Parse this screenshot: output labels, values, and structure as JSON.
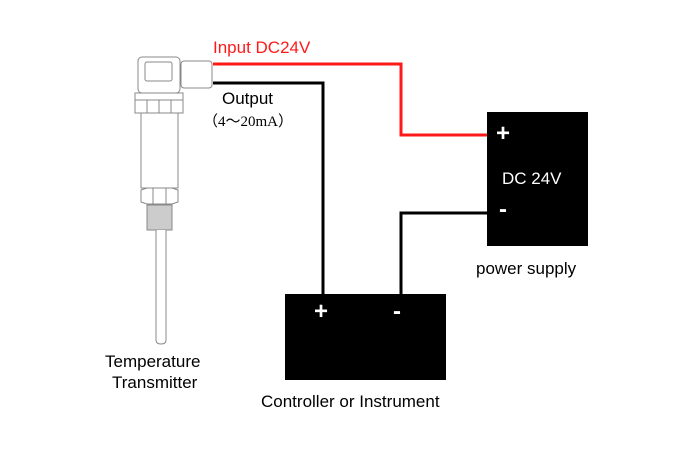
{
  "diagram": {
    "wire_colors": {
      "input": "#ff1a1a",
      "output": "#000000"
    },
    "labels": {
      "input": "Input DC24V",
      "output": "Output",
      "output_range": "（4～20mA）",
      "transmitter_line1": "Temperature",
      "transmitter_line2": "Transmitter",
      "power_supply": "power supply",
      "power_voltage": "DC 24V",
      "power_plus": "+",
      "power_minus": "-",
      "controller": "Controller or Instrument",
      "controller_plus": "+",
      "controller_minus": "-"
    }
  }
}
